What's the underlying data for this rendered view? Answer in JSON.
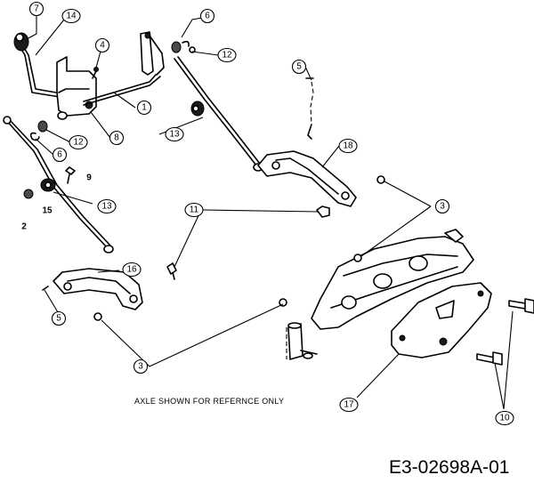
{
  "note": "AXLE SHOWN FOR REFERNCE ONLY",
  "document_id": "E3-02698A-01",
  "callouts": [
    {
      "label": "7"
    },
    {
      "label": "14"
    },
    {
      "label": "4"
    },
    {
      "label": "6"
    },
    {
      "label": "12"
    },
    {
      "label": "1"
    },
    {
      "label": "8"
    },
    {
      "label": "12"
    },
    {
      "label": "6"
    },
    {
      "label": "13"
    },
    {
      "label": "5"
    },
    {
      "label": "18"
    },
    {
      "label": "13"
    },
    {
      "label": "11"
    },
    {
      "label": "3"
    },
    {
      "label": "16"
    },
    {
      "label": "5"
    },
    {
      "label": "3"
    },
    {
      "label": "17"
    },
    {
      "label": "10"
    }
  ],
  "plain_numbers": [
    "9",
    "15",
    "2"
  ]
}
